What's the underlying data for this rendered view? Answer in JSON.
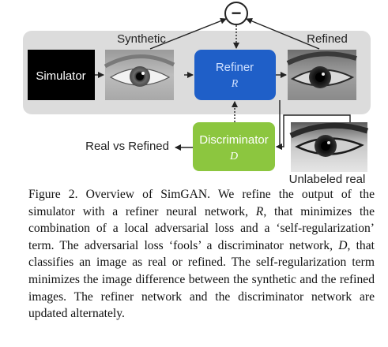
{
  "figure": {
    "labels": {
      "synthetic": "Synthetic",
      "refined": "Refined",
      "simulator": "Simulator",
      "refiner": "Refiner",
      "refiner_symbol": "R",
      "discriminator": "Discriminator",
      "discriminator_symbol": "D",
      "real_vs_refined": "Real vs Refined",
      "unlabeled_real": "Unlabeled real",
      "minus_sign": "−"
    },
    "colors": {
      "panel": "#dcdcdc",
      "simulator_box": "#000000",
      "refiner_box": "#1f5fc8",
      "discriminator_box": "#8cc63f"
    }
  },
  "caption": {
    "label": "Figure 2.",
    "s1": " Overview of SimGAN. We refine the output of the simulator with a refiner neural network, ",
    "r1": "R",
    "s2": ", that minimizes the combination of a local adversarial loss and a ‘self-regularization’ term. The adversarial loss ‘fools’ a discriminator network, ",
    "d1": "D",
    "s3": ", that classifies an image as real or refined. The self-regularization term minimizes the image difference between the synthetic and the refined images. The refiner network and the discriminator network are updated alternately."
  }
}
